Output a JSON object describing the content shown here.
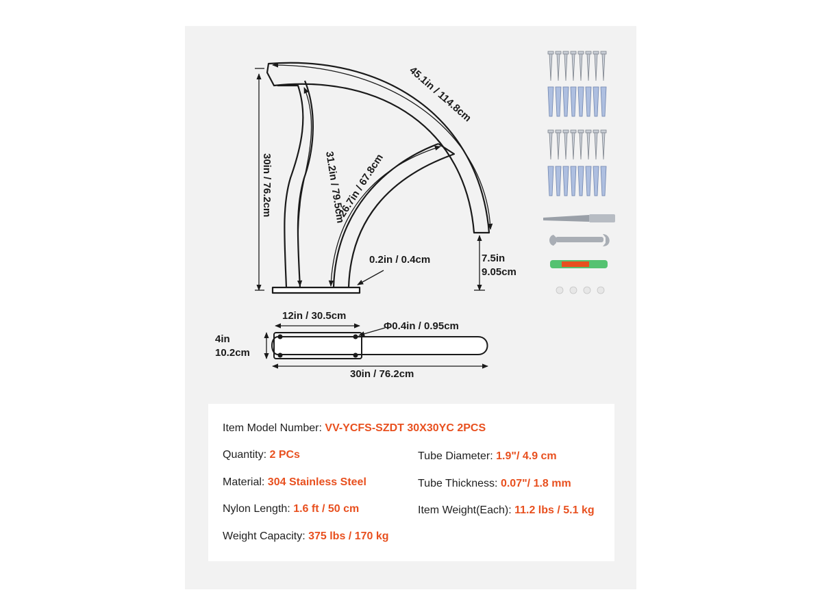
{
  "dimensions": {
    "arc_outer": "45.1in / 114.8cm",
    "height": "30in / 76.2cm",
    "inner_arc_left": "31.2in / 79.5cm",
    "inner_arc_right": "26.7in / 67.8cm",
    "plate_thickness": "0.2in / 0.4cm",
    "end_height_in": "7.5in",
    "end_height_cm": "9.05cm",
    "base_length": "12in / 30.5cm",
    "hole_diameter": "Φ0.4in / 0.95cm",
    "width_in": "4in",
    "width_cm": "10.2cm",
    "total_length": "30in / 76.2cm"
  },
  "accessories": [
    "lag-screws-icon",
    "wall-anchors-icon",
    "drill-bit-icon",
    "wrench-icon",
    "screwdriver-icon",
    "screw-caps-icon"
  ],
  "specs": {
    "model_label": "Item Model Number: ",
    "model_value": "VV-YCFS-SZDT 30X30YC 2PCS",
    "quantity_label": "Quantity: ",
    "quantity_value": "2 PCs",
    "material_label": "Material: ",
    "material_value": "304 Stainless Steel",
    "nylon_label": "Nylon Length: ",
    "nylon_value": "1.6 ft / 50 cm",
    "capacity_label": "Weight Capacity: ",
    "capacity_value": "375 lbs / 170 kg",
    "tube_diameter_label": "Tube Diameter: ",
    "tube_diameter_value": "1.9\"/ 4.9 cm",
    "tube_thickness_label": "Tube Thickness: ",
    "tube_thickness_value": "0.07\"/ 1.8 mm",
    "item_weight_label": "Item Weight(Each): ",
    "item_weight_value": "11.2 lbs / 5.1 kg"
  },
  "colors": {
    "accent": "#e8501f",
    "panel": "#f2f2f2",
    "line": "#1a1a1a"
  }
}
